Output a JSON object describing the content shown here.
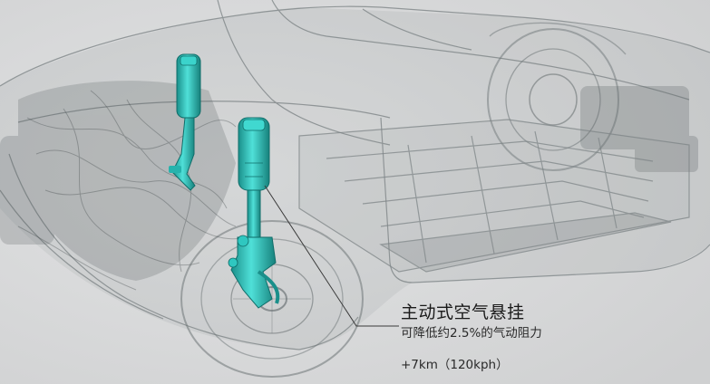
{
  "annotation": {
    "title": "主动式空气悬挂",
    "subtitle": "可降低约2.5%的气动阻力",
    "stat": "+7km（120kph）"
  },
  "colors": {
    "background": "#d9dadb",
    "body_ghost": "#6f7678",
    "air_spring": "#2fc7c0",
    "leader_line": "#3a3a3a"
  }
}
